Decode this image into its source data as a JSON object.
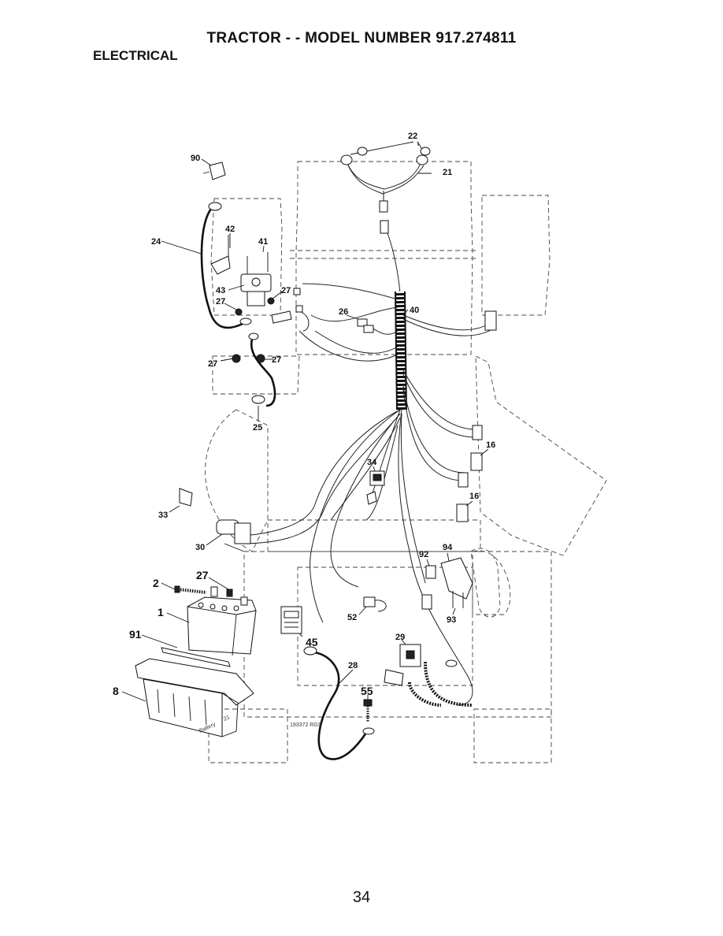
{
  "header": {
    "title": "TRACTOR - - MODEL NUMBER 917.274811",
    "section": "ELECTRICAL"
  },
  "diagram": {
    "drawing_number": "193372 RGS",
    "battery_label": "Battery",
    "battery_size": "21",
    "callouts": {
      "p90": "90",
      "p22": "22",
      "p21": "21",
      "p24": "24",
      "p42": "42",
      "p41": "41",
      "p43": "43",
      "p27a": "27",
      "p27b": "27",
      "p27c": "27",
      "p27d": "27",
      "p27e": "27",
      "p26": "26",
      "p40": "40",
      "p25": "25",
      "p34": "34",
      "p16a": "16",
      "p16b": "16",
      "p33": "33",
      "p30": "30",
      "p2": "2",
      "p1": "1",
      "p91": "91",
      "p8": "8",
      "p45": "45",
      "p52": "52",
      "p92": "92",
      "p94": "94",
      "p93": "93",
      "p29": "29",
      "p28": "28",
      "p55": "55"
    }
  },
  "footer": {
    "page_number": "34"
  }
}
